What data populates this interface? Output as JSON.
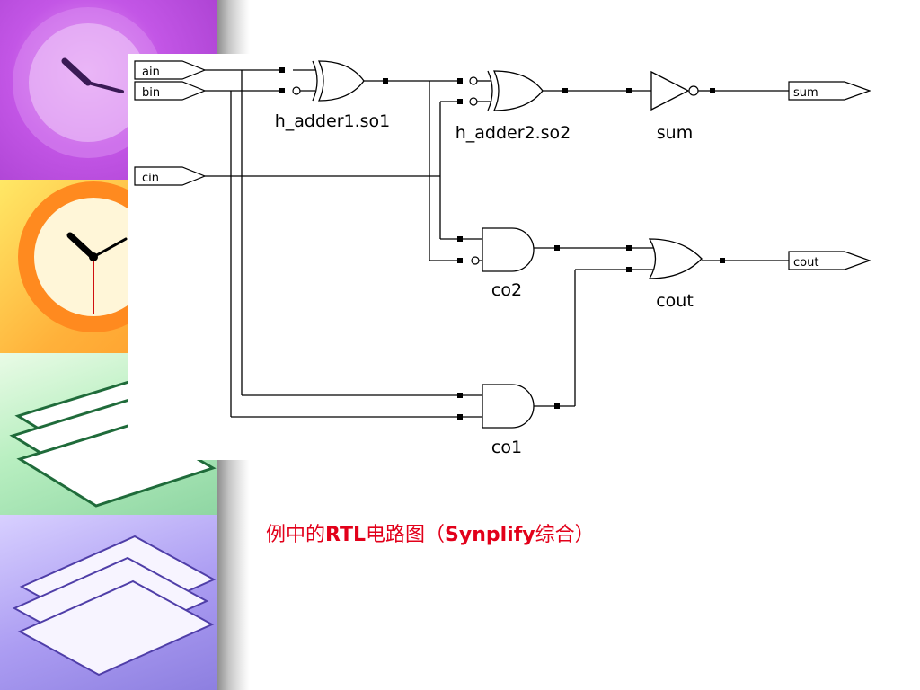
{
  "diagram": {
    "inputs": [
      {
        "id": "ain",
        "label": "ain"
      },
      {
        "id": "bin",
        "label": "bin"
      },
      {
        "id": "cin",
        "label": "cin"
      }
    ],
    "outputs": [
      {
        "id": "sum",
        "label": "sum"
      },
      {
        "id": "cout",
        "label": "cout"
      }
    ],
    "gates": [
      {
        "id": "h_adder1_so1",
        "type": "xnor",
        "label": "h_adder1.so1"
      },
      {
        "id": "h_adder2_so2",
        "type": "xnor",
        "label": "h_adder2.so2"
      },
      {
        "id": "sum_inv",
        "type": "not",
        "label": "sum"
      },
      {
        "id": "co2",
        "type": "and",
        "label": "co2"
      },
      {
        "id": "cout_or",
        "type": "or",
        "label": "cout"
      },
      {
        "id": "co1",
        "type": "and",
        "label": "co1"
      }
    ],
    "colors": {
      "wire": "#000000"
    }
  },
  "caption": {
    "part1": "例中的",
    "part2": "RTL",
    "part3": "电路图（",
    "part4": "Synplify",
    "part5": "综合）",
    "color": "#e2001a"
  },
  "background": {
    "tiles": [
      {
        "name": "purple-clock-tile",
        "icon": "clock-icon"
      },
      {
        "name": "orange-clock-tile",
        "icon": "clock-icon"
      },
      {
        "name": "green-books-tile",
        "icon": "books-icon"
      },
      {
        "name": "purple-books-tile",
        "icon": "books-icon"
      }
    ]
  }
}
